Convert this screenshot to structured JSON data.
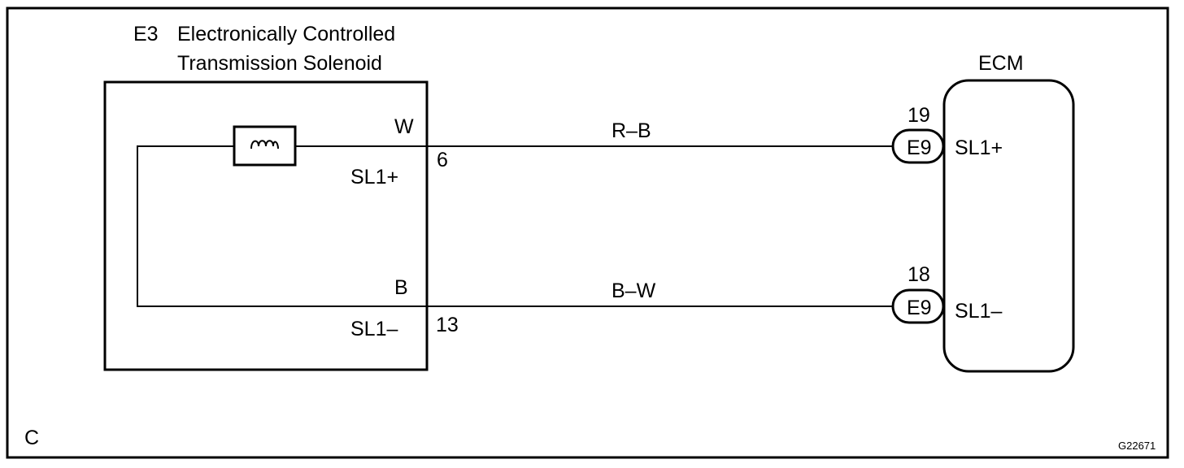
{
  "figure": {
    "panel_letter": "C",
    "figure_code": "G22671"
  },
  "component": {
    "code": "E3",
    "name_line1": "Electronically Controlled",
    "name_line2": "Transmission Solenoid",
    "terminals": [
      {
        "pin": "6",
        "wire_end": "W",
        "signal": "SL1+"
      },
      {
        "pin": "13",
        "wire_end": "B",
        "signal": "SL1–"
      }
    ]
  },
  "ecm": {
    "label": "ECM",
    "pins": [
      {
        "connector": "E9",
        "pin": "19",
        "signal": "SL1+"
      },
      {
        "connector": "E9",
        "pin": "18",
        "signal": "SL1–"
      }
    ]
  },
  "wires": [
    {
      "color": "R–B"
    },
    {
      "color": "B–W"
    }
  ],
  "icons": {
    "solenoid": "coil-icon"
  }
}
